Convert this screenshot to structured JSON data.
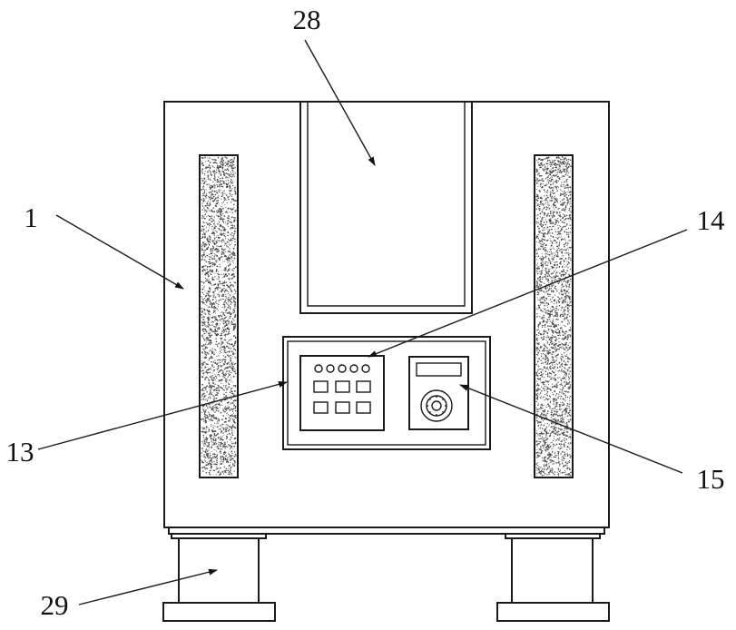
{
  "labels": {
    "l1": "1",
    "l13": "13",
    "l14": "14",
    "l15": "15",
    "l28": "28",
    "l29": "29"
  }
}
